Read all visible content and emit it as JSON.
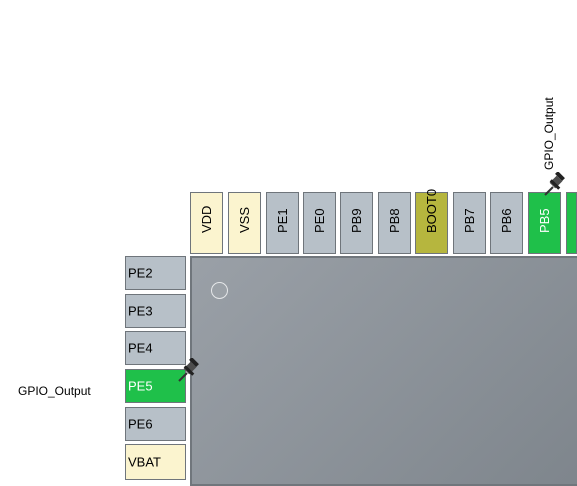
{
  "top_pins": [
    {
      "label": "VDD",
      "color": "yellow"
    },
    {
      "label": "VSS",
      "color": "yellow"
    },
    {
      "label": "PE1",
      "color": "gray"
    },
    {
      "label": "PE0",
      "color": "gray"
    },
    {
      "label": "PB9",
      "color": "gray"
    },
    {
      "label": "PB8",
      "color": "gray"
    },
    {
      "label": "BOOT0",
      "color": "olive"
    },
    {
      "label": "PB7",
      "color": "gray"
    },
    {
      "label": "PB6",
      "color": "gray"
    },
    {
      "label": "PB5",
      "color": "green"
    }
  ],
  "left_pins": [
    {
      "label": "PE2",
      "color": "gray"
    },
    {
      "label": "PE3",
      "color": "gray"
    },
    {
      "label": "PE4",
      "color": "gray"
    },
    {
      "label": "PE5",
      "color": "green"
    },
    {
      "label": "PE6",
      "color": "gray"
    },
    {
      "label": "VBAT",
      "color": "yellow"
    }
  ],
  "signals": {
    "pb5_label": "GPIO_Output",
    "pe5_label": "GPIO_Output"
  },
  "colors": {
    "assigned": "#1fc04a",
    "power": "#fbf4cf",
    "boot": "#b6b63e",
    "unassigned": "#b7c0c8",
    "chip_body": "#8a9097"
  },
  "icons": {
    "pin_marker": "pushpin-icon",
    "chip_orientation": "pin1-dot"
  }
}
